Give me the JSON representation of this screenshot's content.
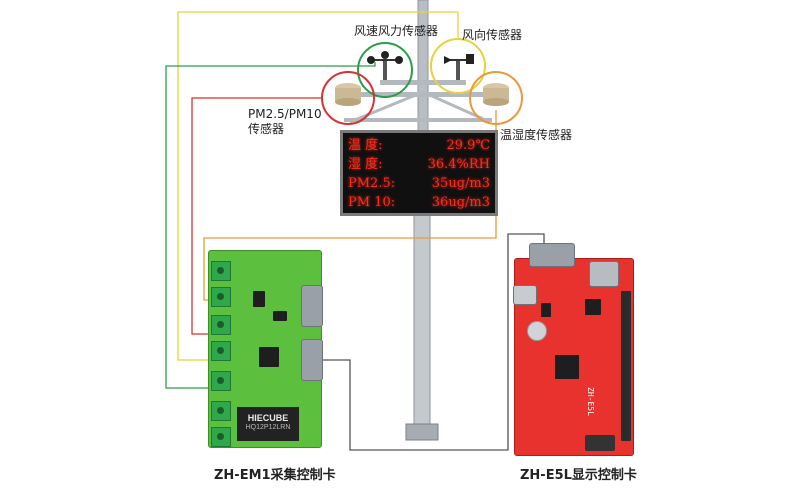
{
  "sensors": {
    "wind_speed_label": "风速风力传感器",
    "wind_direction_label": "风向传感器",
    "pm_label_line1": "PM2.5/PM10",
    "pm_label_line2": "传感器",
    "temp_humidity_label": "温湿度传感器"
  },
  "display": {
    "rows": [
      {
        "name": "温 度:",
        "value": "29.9℃"
      },
      {
        "name": "湿 度:",
        "value": "36.4%RH"
      },
      {
        "name": "PM2.5:",
        "value": "35ug/m3"
      },
      {
        "name": "PM 10:",
        "value": "36ug/m3"
      }
    ]
  },
  "boards": {
    "em1_caption": "ZH-EM1采集控制卡",
    "e5l_caption": "ZH-E5L显示控制卡",
    "em1_module_brand": "HIECUBE",
    "em1_module_model": "HQ12P12LRN",
    "e5l_board_text": "ZH-E5L"
  },
  "colors": {
    "wind_speed_wire": "#2a9d4a",
    "wind_direction_wire": "#e8d23a",
    "pm_wire": "#d83232",
    "temp_humidity_wire": "#e89a3a",
    "display_wire": "#555555",
    "led_text": "#ff2a1a"
  }
}
